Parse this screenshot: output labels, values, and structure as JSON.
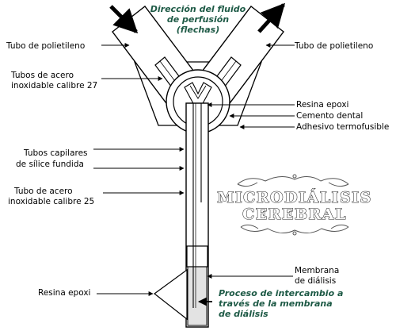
{
  "colors": {
    "note": "#1e5a46",
    "line": "#000000",
    "membrane": "#e3e3e3",
    "ornament": "#555555"
  },
  "flow_note": {
    "line1": "Dirección del fluido",
    "line2": "de perfusión",
    "line3": "(flechas)"
  },
  "exchange_note": {
    "line1": "Proceso de intercambio a",
    "line2": "través de la membrana",
    "line3": "de diálisis"
  },
  "labels_left": {
    "polyethylene": "Tubo de polietileno",
    "steel27_line1": "Tubos de acero",
    "steel27_line2": "inoxidable calibre 27",
    "capillary_line1": "Tubos capilares",
    "capillary_line2": "de sílice fundida",
    "steel25_line1": "Tubo de acero",
    "steel25_line2": "inoxidable calibre 25",
    "epoxy": "Resina epoxi"
  },
  "labels_right": {
    "polyethylene": "Tubo de polietileno",
    "epoxy": "Resina epoxi",
    "dental_cement": "Cemento dental",
    "hot_melt": "Adhesivo termofusible",
    "membrane_line1": "Membrana",
    "membrane_line2": "de diálisis"
  },
  "title": {
    "line1": "MICRODIÁLISIS",
    "line2": "CEREBRAL"
  }
}
